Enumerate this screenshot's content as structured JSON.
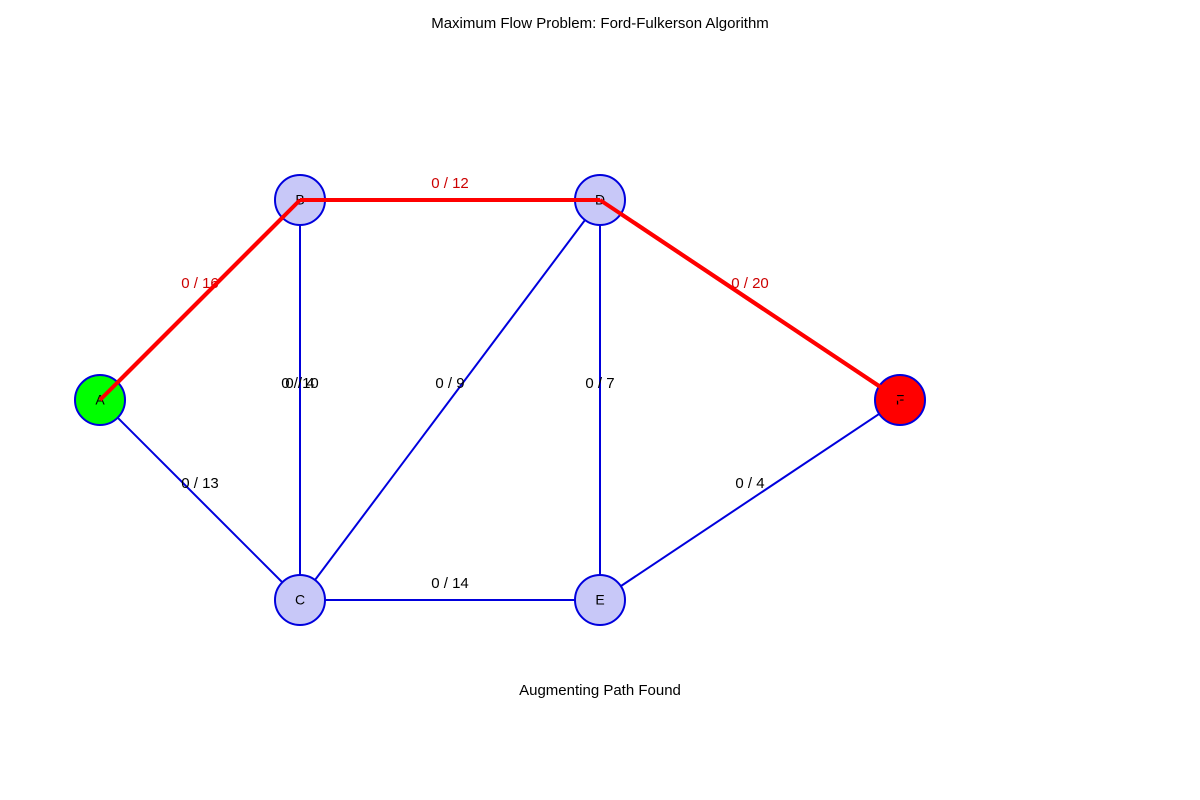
{
  "title": "Maximum Flow Problem: Ford-Fulkerson Algorithm",
  "status": "Augmenting Path Found",
  "colors": {
    "edge": "#0000dd",
    "path_edge": "#ff0000",
    "path_label": "#cc0000",
    "node_fill": "#c8c8f8",
    "node_stroke": "#0000dd",
    "source_fill": "#00ff00",
    "sink_fill": "#ff0000"
  },
  "nodes": [
    {
      "id": "A",
      "label": "A",
      "role": "source"
    },
    {
      "id": "B",
      "label": "B",
      "role": "normal"
    },
    {
      "id": "C",
      "label": "C",
      "role": "normal"
    },
    {
      "id": "D",
      "label": "D",
      "role": "normal"
    },
    {
      "id": "E",
      "label": "E",
      "role": "normal"
    },
    {
      "id": "F",
      "label": "F",
      "role": "sink"
    }
  ],
  "edges": [
    {
      "from": "A",
      "to": "B",
      "flow": 0,
      "capacity": 16,
      "label": "0 / 16",
      "on_path": true
    },
    {
      "from": "A",
      "to": "C",
      "flow": 0,
      "capacity": 13,
      "label": "0 / 13",
      "on_path": false
    },
    {
      "from": "B",
      "to": "C",
      "flow": 0,
      "capacity": 10,
      "label": "0 / 10",
      "on_path": false
    },
    {
      "from": "C",
      "to": "B",
      "flow": 0,
      "capacity": 4,
      "label": "0 / 4",
      "on_path": false
    },
    {
      "from": "B",
      "to": "D",
      "flow": 0,
      "capacity": 12,
      "label": "0 / 12",
      "on_path": true
    },
    {
      "from": "C",
      "to": "D",
      "flow": 0,
      "capacity": 9,
      "label": "0 / 9",
      "on_path": false
    },
    {
      "from": "C",
      "to": "E",
      "flow": 0,
      "capacity": 14,
      "label": "0 / 14",
      "on_path": false
    },
    {
      "from": "E",
      "to": "D",
      "flow": 0,
      "capacity": 7,
      "label": "0 / 7",
      "on_path": false
    },
    {
      "from": "D",
      "to": "F",
      "flow": 0,
      "capacity": 20,
      "label": "0 / 20",
      "on_path": true
    },
    {
      "from": "E",
      "to": "F",
      "flow": 0,
      "capacity": 4,
      "label": "0 / 4",
      "on_path": false
    }
  ]
}
